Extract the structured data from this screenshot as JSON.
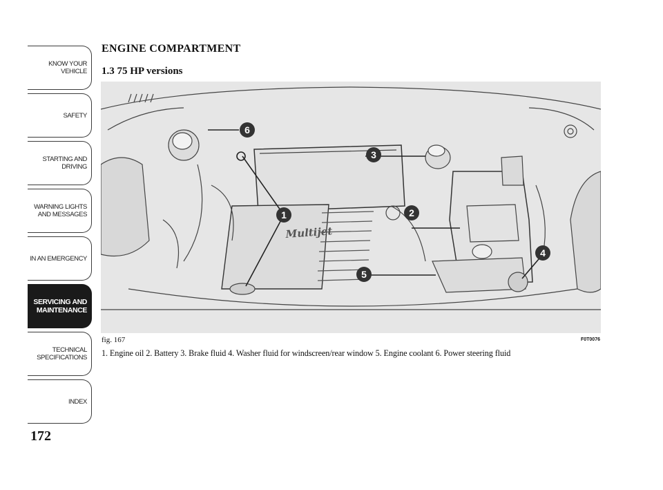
{
  "sidebar": {
    "items": [
      {
        "label": "KNOW YOUR\nVEHICLE"
      },
      {
        "label": "SAFETY"
      },
      {
        "label": "STARTING AND\nDRIVING"
      },
      {
        "label": "WARNING LIGHTS\nAND MESSAGES"
      },
      {
        "label": "IN AN EMERGENCY"
      },
      {
        "label": "SERVICING AND\nMAINTENANCE"
      },
      {
        "label": "TECHNICAL\nSPECIFICATIONS"
      },
      {
        "label": "INDEX"
      }
    ]
  },
  "page": {
    "number": "172"
  },
  "section": {
    "title": "ENGINE COMPARTMENT",
    "subtitle": "1.3 75 HP versions"
  },
  "figure": {
    "label": "fig. 167",
    "code": "F0T0076",
    "engine_badge": "Multijet",
    "callouts": [
      "1",
      "2",
      "3",
      "4",
      "5",
      "6"
    ],
    "caption": "1. Engine oil 2. Battery 3. Brake fluid 4. Washer fluid for windscreen/rear window 5. Engine coolant 6. Power steering fluid"
  },
  "colors": {
    "active_tab": "#1a1a1a",
    "figure_bg": "#e6e6e6",
    "callout": "#333333"
  }
}
